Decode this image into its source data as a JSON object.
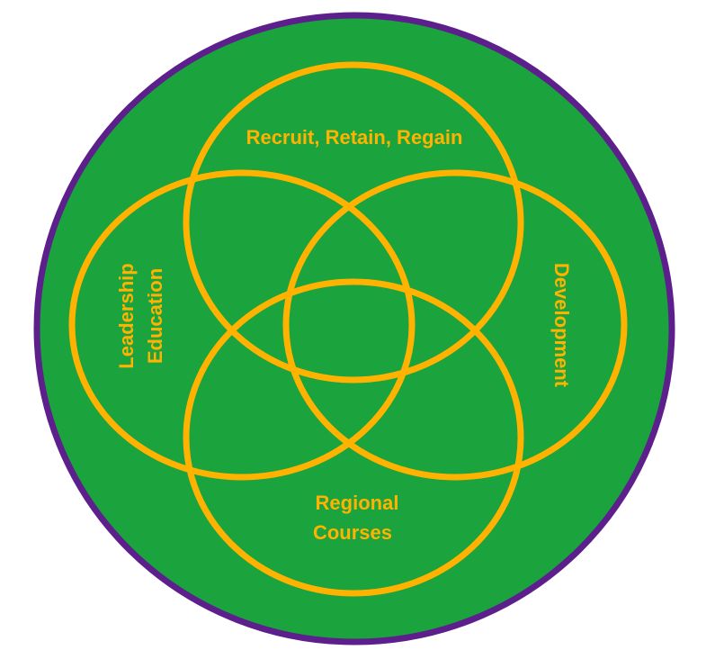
{
  "colors": {
    "background_fill": "#1BA33E",
    "outer_border": "#5C1F8B",
    "ring_stroke": "#FFB300",
    "label_text": "#FFB300"
  },
  "labels": {
    "top": "Recruit, Retain, Regain",
    "left_line1": "Leadership",
    "left_line2": "Education",
    "right": "Development",
    "bottom_line1": "Regional",
    "bottom_line2": "Courses"
  }
}
